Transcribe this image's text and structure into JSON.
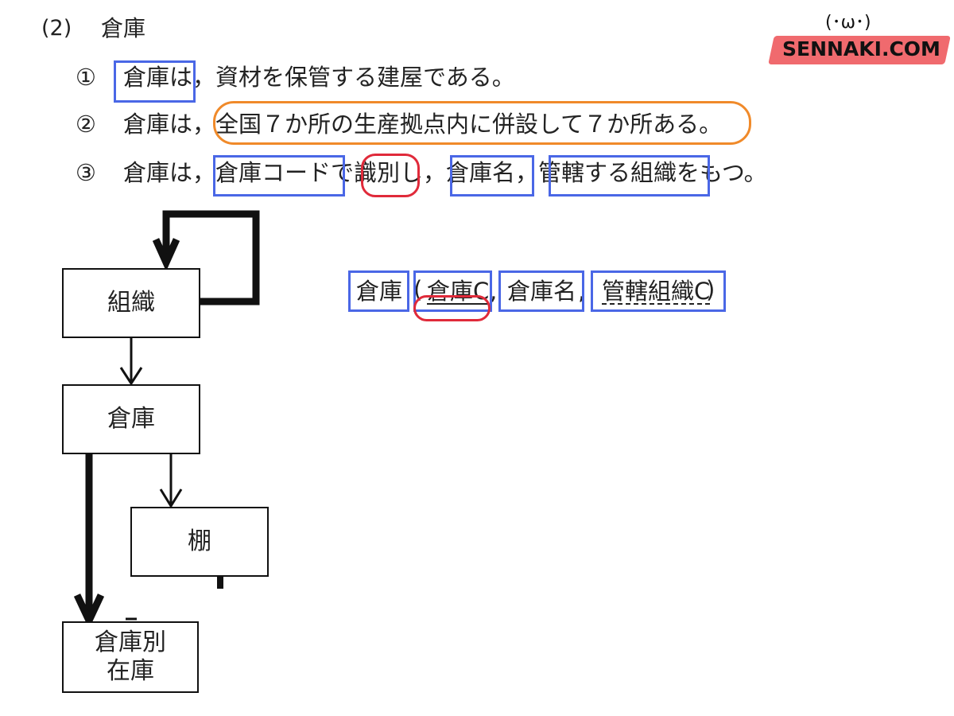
{
  "section": {
    "number": "(2)",
    "title": "倉庫"
  },
  "statements": [
    {
      "marker": "①",
      "text": "倉庫は，資材を保管する建屋である。"
    },
    {
      "marker": "②",
      "text": "倉庫は，全国７か所の生産拠点内に併設して７か所ある。"
    },
    {
      "marker": "③",
      "text": "倉庫は，倉庫コードで識別し，倉庫名，管轄する組織をもつ。"
    }
  ],
  "entities": {
    "org": "組織",
    "warehouse": "倉庫",
    "shelf": "棚",
    "stock": "倉庫別\n在庫"
  },
  "relation": {
    "name": "倉庫",
    "open": "(",
    "attr_key": "倉庫C",
    "sep1": ",",
    "attr_name": "倉庫名",
    "sep2": ",",
    "attr_fk": "管轄組織C",
    "close": ")"
  },
  "logo": {
    "text": "SENNAKI.COM",
    "face": "(･ω･)"
  },
  "colors": {
    "blue": "#4a67e6",
    "red": "#e02a3a",
    "orange": "#f08a2a",
    "brand": "#f06a6e"
  }
}
